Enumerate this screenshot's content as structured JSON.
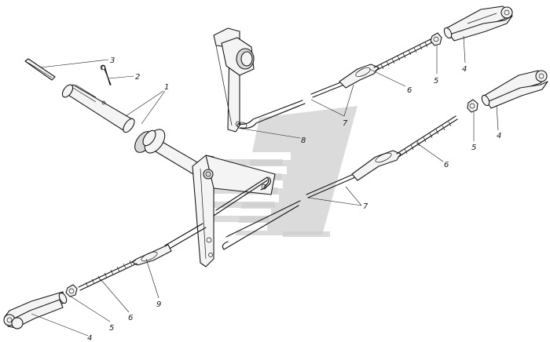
{
  "figure": {
    "callouts": [
      {
        "id": "c1",
        "label": "1"
      },
      {
        "id": "c2",
        "label": "2"
      },
      {
        "id": "c3",
        "label": "3"
      },
      {
        "id": "c4a",
        "label": "4"
      },
      {
        "id": "c4b",
        "label": "4"
      },
      {
        "id": "c4c",
        "label": "4"
      },
      {
        "id": "c5a",
        "label": "5"
      },
      {
        "id": "c5b",
        "label": "5"
      },
      {
        "id": "c5c",
        "label": "5"
      },
      {
        "id": "c6a",
        "label": "6"
      },
      {
        "id": "c6b",
        "label": "6"
      },
      {
        "id": "c6c",
        "label": "6"
      },
      {
        "id": "c7a",
        "label": "7"
      },
      {
        "id": "c7b",
        "label": "7"
      },
      {
        "id": "c8",
        "label": "8"
      },
      {
        "id": "c9",
        "label": "9"
      }
    ]
  },
  "colors": {
    "line": "#1a1a1a",
    "watermark": "#cfcfcf",
    "background": "#ffffff"
  }
}
